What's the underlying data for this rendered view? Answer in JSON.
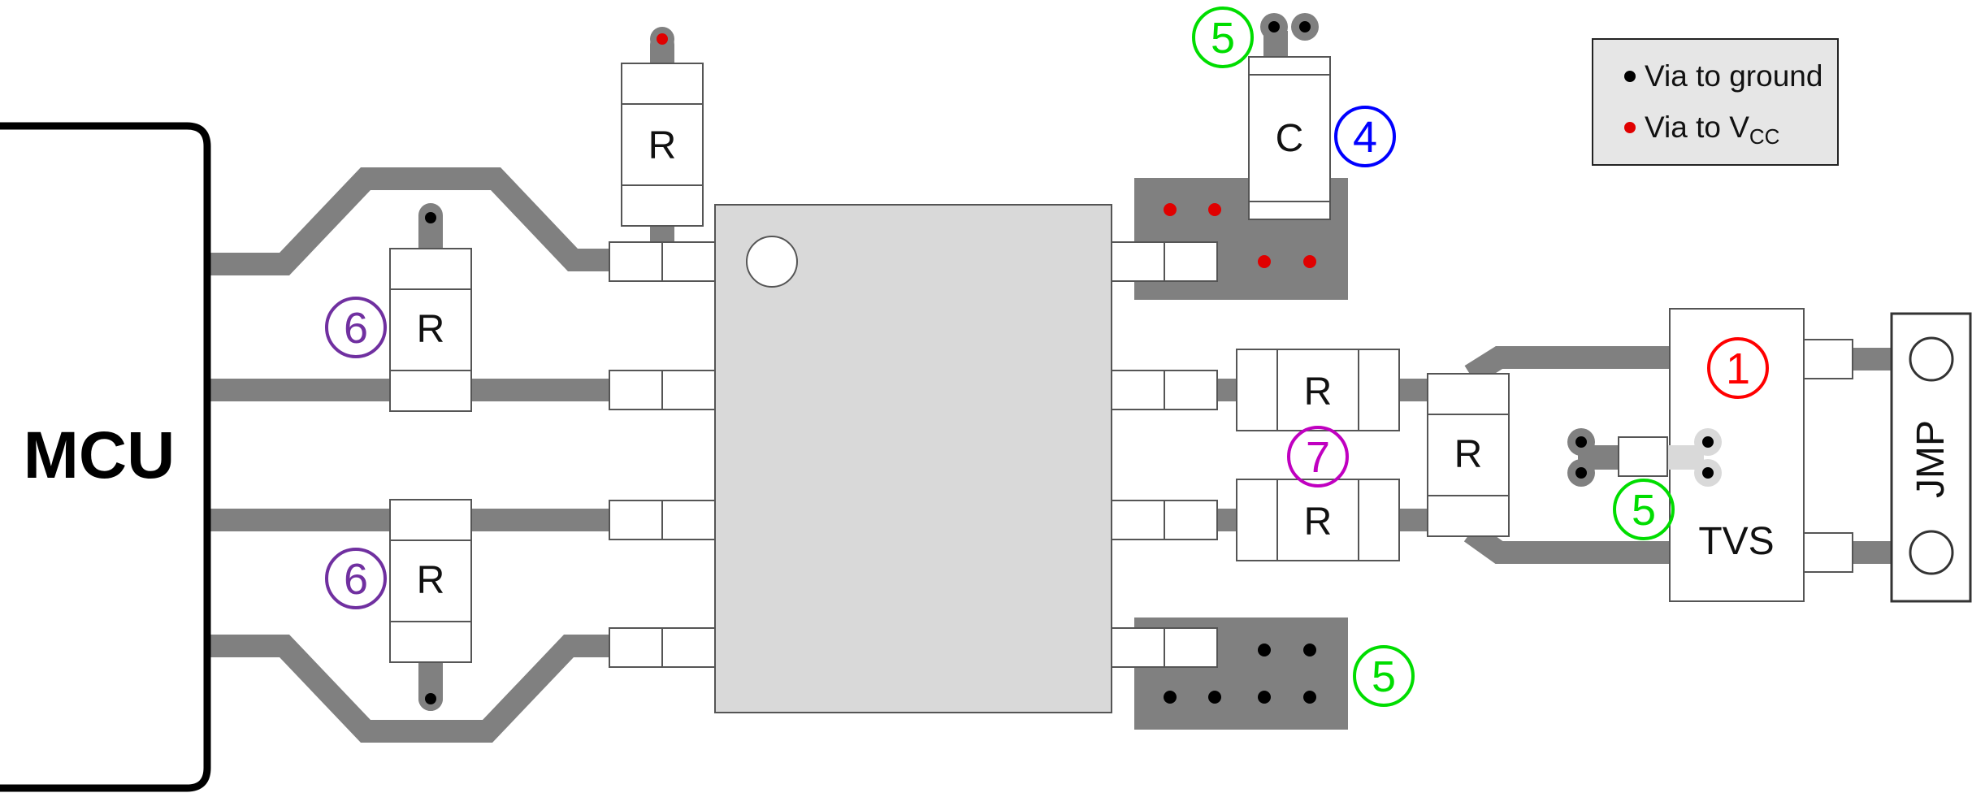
{
  "mcu_label": "MCU",
  "jumper_label": "JMP",
  "tvs_label": "TVS",
  "capacitor_label": "C",
  "resistor_label": "R",
  "legend": {
    "ground_label": "Via to ground",
    "vcc_label": "Via to V",
    "vcc_subscript": "CC"
  },
  "callouts": {
    "tvs": "1",
    "capacitor": "4",
    "capacitor_ground": "5",
    "tvs_ground": "5",
    "ground_pad": "5",
    "pullup_upper": "6",
    "pullup_lower": "6",
    "series_resistors": "7"
  },
  "colors": {
    "trace": "#808080",
    "ic_body": "#d9d9d9",
    "legend_bg": "#e6e6e6",
    "via_ground": "#000000",
    "via_vcc": "#e00000",
    "callout_red": "#ff0000",
    "callout_blue": "#0000ff",
    "callout_green": "#00dd00",
    "callout_purple": "#7030a0",
    "callout_magenta": "#c000c0"
  }
}
